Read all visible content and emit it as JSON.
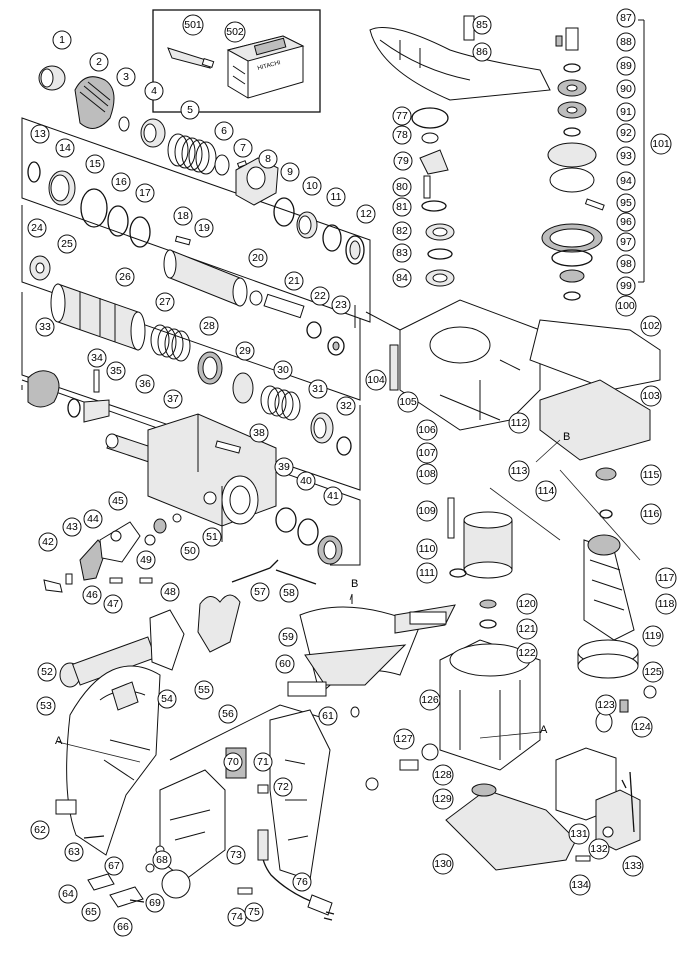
{
  "diagram": {
    "accessory_numbers": [
      "501",
      "502"
    ],
    "case_label": "HITACHI",
    "ref_letters": [
      "A",
      "B"
    ],
    "group_label": "101",
    "callouts": [
      "1",
      "2",
      "3",
      "4",
      "5",
      "6",
      "7",
      "8",
      "9",
      "10",
      "11",
      "12",
      "13",
      "14",
      "15",
      "16",
      "17",
      "18",
      "19",
      "20",
      "21",
      "22",
      "23",
      "24",
      "25",
      "26",
      "27",
      "28",
      "29",
      "30",
      "31",
      "32",
      "33",
      "34",
      "35",
      "36",
      "37",
      "38",
      "39",
      "40",
      "41",
      "42",
      "43",
      "44",
      "45",
      "46",
      "47",
      "48",
      "49",
      "50",
      "51",
      "52",
      "53",
      "54",
      "55",
      "56",
      "57",
      "58",
      "59",
      "60",
      "61",
      "62",
      "63",
      "64",
      "65",
      "66",
      "67",
      "68",
      "69",
      "70",
      "71",
      "72",
      "73",
      "74",
      "75",
      "76",
      "77",
      "78",
      "79",
      "80",
      "81",
      "82",
      "83",
      "84",
      "85",
      "86",
      "87",
      "88",
      "89",
      "90",
      "91",
      "92",
      "93",
      "94",
      "95",
      "96",
      "97",
      "98",
      "99",
      "100",
      "102",
      "103",
      "104",
      "105",
      "106",
      "107",
      "108",
      "109",
      "110",
      "111",
      "112",
      "113",
      "114",
      "115",
      "116",
      "117",
      "118",
      "119",
      "120",
      "121",
      "122",
      "123",
      "124",
      "125",
      "126",
      "127",
      "128",
      "129",
      "130",
      "131",
      "132",
      "133",
      "134"
    ]
  }
}
